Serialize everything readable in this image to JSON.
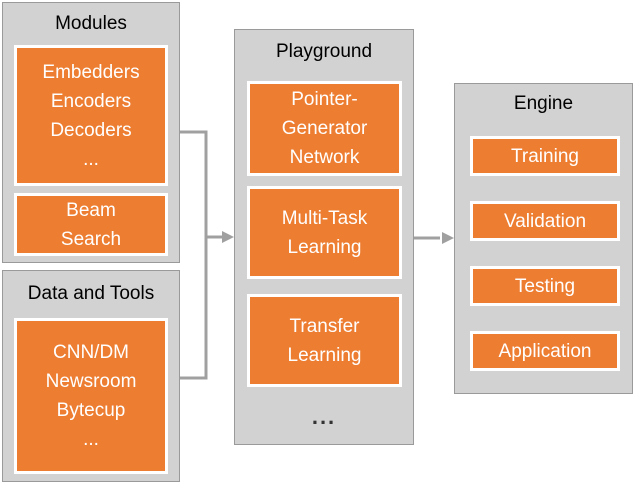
{
  "modules": {
    "title": "Modules",
    "box1_lines": [
      "Embedders",
      "Encoders",
      "Decoders",
      "..."
    ],
    "box2_lines": [
      "Beam",
      "Search"
    ]
  },
  "data_tools": {
    "title": "Data and Tools",
    "box_lines": [
      "CNN/DM",
      "Newsroom",
      "Bytecup",
      "..."
    ]
  },
  "playground": {
    "title": "Playground",
    "boxes": [
      [
        "Pointer-",
        "Generator",
        "Network"
      ],
      [
        "Multi-Task",
        "Learning"
      ],
      [
        "Transfer",
        "Learning"
      ]
    ],
    "ellipsis": "..."
  },
  "engine": {
    "title": "Engine",
    "boxes": [
      "Training",
      "Validation",
      "Testing",
      "Application"
    ]
  },
  "colors": {
    "box_fill": "#ed7d31",
    "panel_fill": "#d2d2d2",
    "connector": "#9e9e9e"
  }
}
